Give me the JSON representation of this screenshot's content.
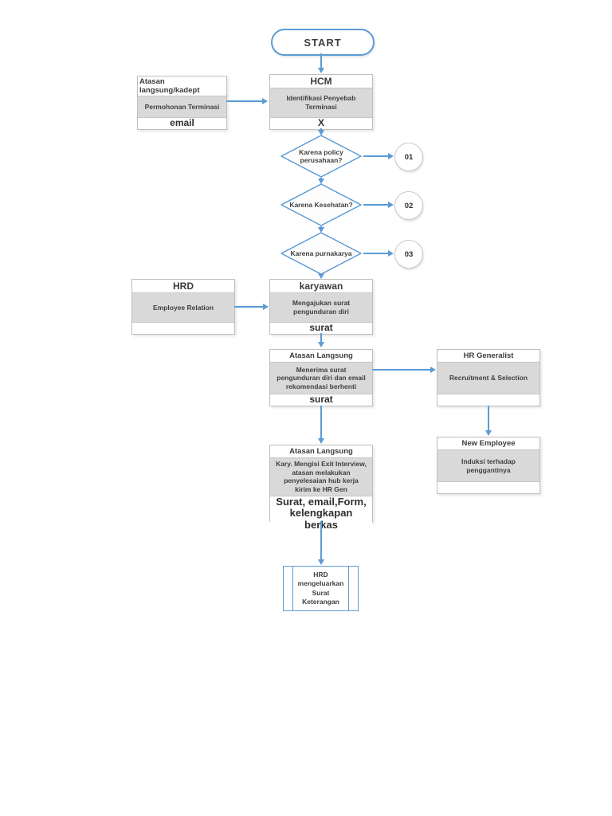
{
  "flowchart": {
    "start_label": "START",
    "boxes": {
      "permohonan": {
        "header": "Atasan langsung/kadept",
        "body": "Permohonan Terminasi",
        "footer": "email"
      },
      "hcm": {
        "header": "HCM",
        "body": "Identifikasi Penyebab Terminasi",
        "footer": "X"
      },
      "hrd_er": {
        "header": "HRD",
        "body": "Employee Relation",
        "footer": ""
      },
      "karyawan": {
        "header": "karyawan",
        "body": "Mengajukan surat pengunduran diri",
        "footer": "surat"
      },
      "atasan1": {
        "header": "Atasan Langsung",
        "body": "Menerima surat pengunduran diri dan email rekomendasi berhenti",
        "footer": "surat"
      },
      "hr_generalist": {
        "header": "HR Generalist",
        "body": "Recruitment & Selection",
        "footer": ""
      },
      "new_employee": {
        "header": "New Employee",
        "body": "Induksi terhadap penggantinya",
        "footer": ""
      },
      "atasan2": {
        "header": "Atasan Langsung",
        "body": "Kary. Mengisi Exit Interview, atasan melakukan penyelesaian hub kerja kirim ke HR Gen",
        "footer": "Surat, email,Form, kelengkapan berkas"
      }
    },
    "decisions": [
      {
        "label": "Karena policy perusahaan?",
        "connector": "01"
      },
      {
        "label": "Karena Kesehatan?",
        "connector": "02"
      },
      {
        "label": "Karena purnakarya",
        "connector": "03"
      }
    ],
    "terminal": {
      "label": "HRD mengeluarkan Surat Keterangan"
    },
    "colors": {
      "accent_blue": "#5b9bd5",
      "box_border": "#bfbfbf",
      "body_fill": "#d9d9d9"
    }
  }
}
